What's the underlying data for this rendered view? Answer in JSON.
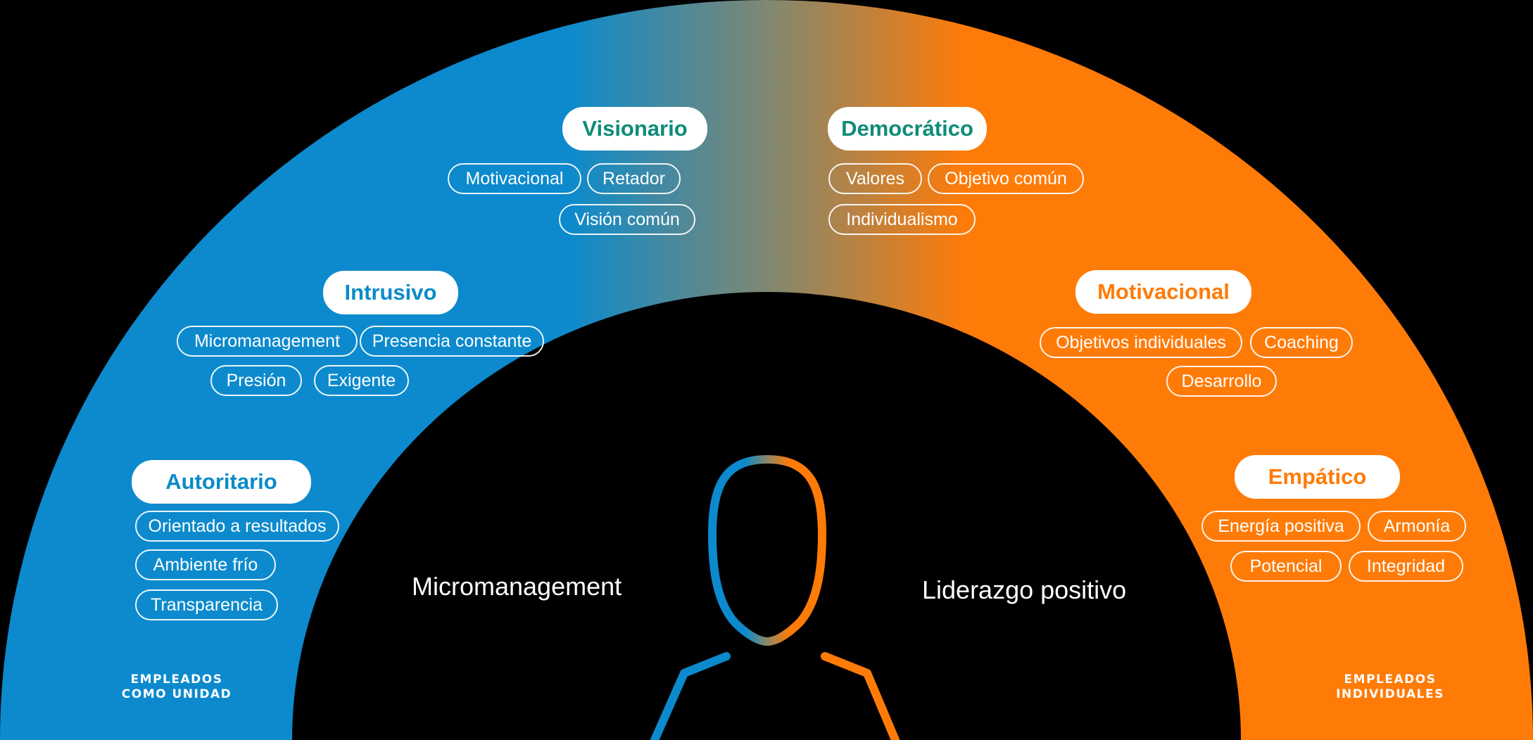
{
  "colors": {
    "background": "#000000",
    "left_blue": "#0C8ACD",
    "right_orange": "#FF7B08",
    "title_blue": "#0A8BC8",
    "title_teal": "#0E8C78",
    "title_orange": "#FF7B08"
  },
  "styles": [
    {
      "title": "Autoritario",
      "title_color": "#0A8BC8",
      "tags": [
        "Orientado a resultados",
        "Ambiente frío",
        "Transparencia"
      ]
    },
    {
      "title": "Intrusivo",
      "title_color": "#0A8BC8",
      "tags": [
        "Micromanagement",
        "Presencia constante",
        "Presión",
        "Exigente"
      ]
    },
    {
      "title": "Visionario",
      "title_color": "#0E8C78",
      "tags": [
        "Motivacional",
        "Retador",
        "Visión común"
      ]
    },
    {
      "title": "Democrático",
      "title_color": "#0E8C78",
      "tags": [
        "Valores",
        "Objetivo común",
        "Individualismo"
      ]
    },
    {
      "title": "Motivacional",
      "title_color": "#FF7B08",
      "tags": [
        "Objetivos individuales",
        "Coaching",
        "Desarrollo"
      ]
    },
    {
      "title": "Empático",
      "title_color": "#FF7B08",
      "tags": [
        "Energía positiva",
        "Armonía",
        "Potencial",
        "Integridad"
      ]
    }
  ],
  "captions": {
    "left": "Micromanagement",
    "right": "Liderazgo positivo"
  },
  "corners": {
    "left": {
      "line1": "EMPLEADOS",
      "line2": "COMO UNIDAD"
    },
    "right": {
      "line1": "EMPLEADOS",
      "line2": "INDIVIDUALES"
    }
  },
  "icons": {
    "person": "person-silhouette-icon"
  }
}
